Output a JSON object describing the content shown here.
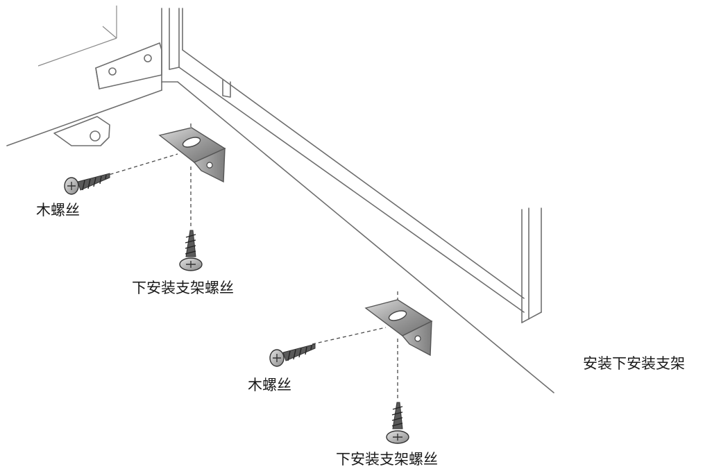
{
  "labels": {
    "wood_screw_upper": "木螺丝",
    "bracket_screw_upper": "下安装支架螺丝",
    "wood_screw_lower": "木螺丝",
    "bracket_screw_lower": "下安装支架螺丝",
    "caption": "安装下安装支架"
  },
  "icons": {
    "wood_screw": "wood-screw-icon",
    "bracket_screw": "bracket-screw-icon",
    "bracket": "lower-mounting-bracket-icon"
  }
}
